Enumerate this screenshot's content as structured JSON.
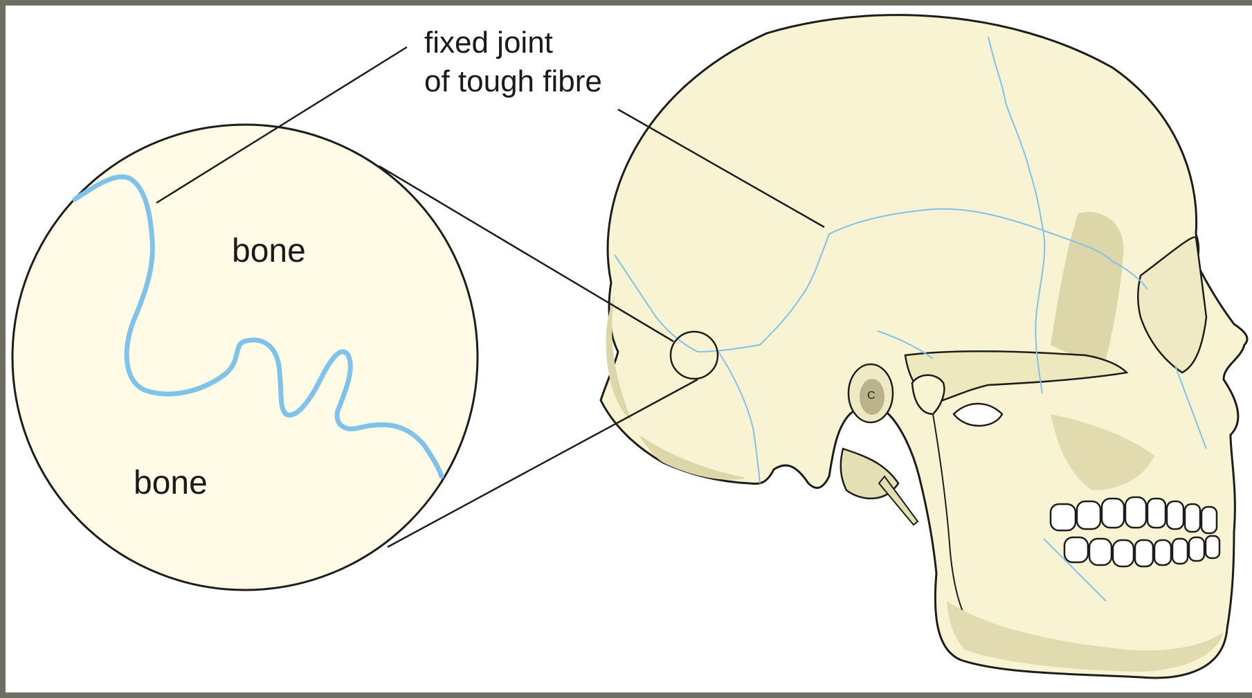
{
  "diagram": {
    "joint_label_line1": "fixed joint",
    "joint_label_line2": "of tough fibre",
    "bone_top_label": "bone",
    "bone_bottom_label": "bone"
  },
  "colors": {
    "bone_fill": "#f7f3d3",
    "bone_shadow": "#ddd6a8",
    "suture_blue": "#7fc3ea",
    "outline": "#1d1d1b",
    "frame": "#6e6e62"
  },
  "icons": {
    "skull": "skull-illustration-icon",
    "magnifier": "magnified-suture-icon"
  }
}
